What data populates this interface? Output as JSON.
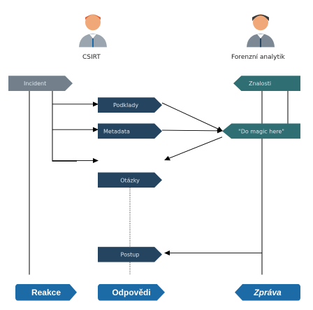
{
  "roles": [
    {
      "id": "csirt",
      "label": "CSIRT"
    },
    {
      "id": "forensic",
      "label": "Forenzní analytik"
    }
  ],
  "nodes": {
    "incident": "Incident",
    "znalosti": "Znalosti",
    "podklady": "Podklady",
    "metadata": "Metadata",
    "magic": "\"Do magic here\"",
    "otazky": "Otázky",
    "reakce": "Reakce",
    "odpovedi": "Odpovědi",
    "zprava": "Zpráva",
    "postup": "Postup"
  },
  "colors": {
    "grey": "#73808c",
    "dark_navy": "#24445f",
    "teal": "#2f6e73",
    "blue": "#1c6aa6",
    "skin": "#f0a878",
    "hair_red": "#e0623a",
    "suit_grey": "#9aa5b0",
    "suit_dark": "#7c8894"
  }
}
